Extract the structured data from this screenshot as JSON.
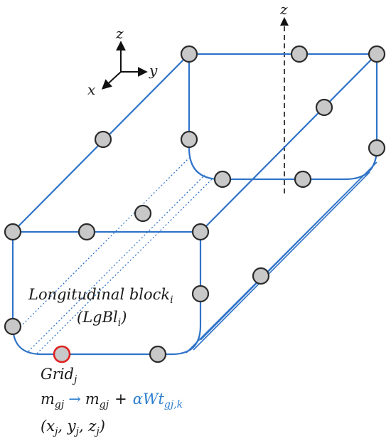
{
  "axes": {
    "z": "z",
    "y": "y",
    "x": "x"
  },
  "center_axis": {
    "label": "z"
  },
  "block_label": {
    "line1_main": "Longitudinal block",
    "line1_sub": "i",
    "line2_open": "(LgBl",
    "line2_sub": "i",
    "line2_close": ")"
  },
  "grid_label": {
    "main": "Grid",
    "sub": "j"
  },
  "mass_update": {
    "lhs_main": "m",
    "lhs_sub": "gj",
    "arrow": "→",
    "rhs_main": "m",
    "rhs_sub": "gj",
    "plus": "+",
    "added_main": "αWt",
    "added_sub": "gj,k"
  },
  "coords": {
    "open": "(x",
    "sub1": "j",
    "mid1": ", y",
    "sub2": "j",
    "mid2": ", z",
    "sub3": "j",
    "close": ")"
  },
  "colors": {
    "edge": "#2f73c8",
    "node_fill": "#c8c8c8",
    "node_stroke": "#2b2b2b",
    "highlight": "#e02020",
    "weight_text": "#2f7fd0"
  }
}
